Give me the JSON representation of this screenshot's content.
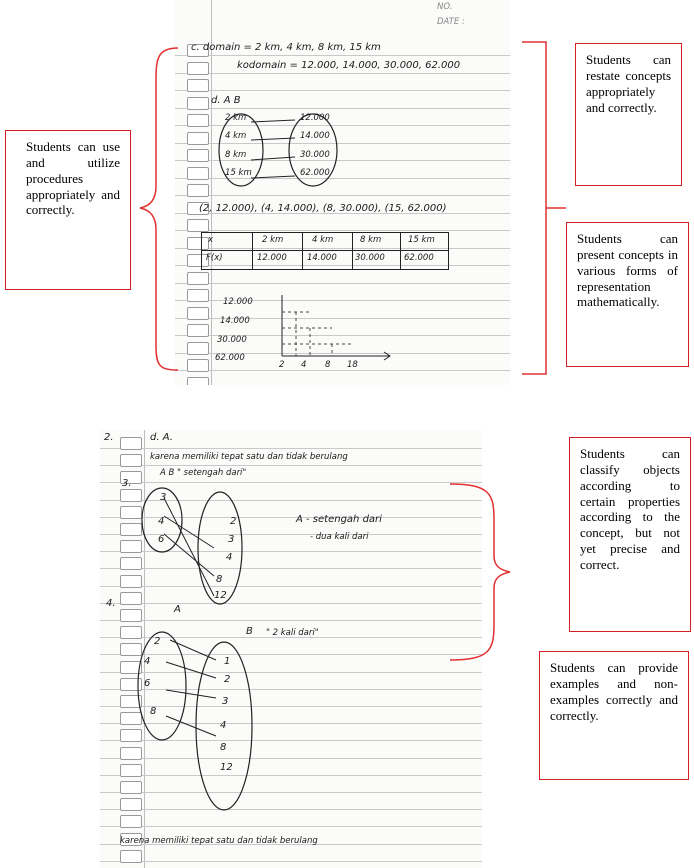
{
  "photo1": {
    "header": {
      "no_label": "NO.",
      "date_label": "DATE :"
    },
    "lines": [
      "c. domain = 2 km, 4 km, 8 km, 15 km",
      "kodomain = 12.000, 14.000, 30.000, 62.000",
      "d.  A                B",
      "(2, 12.000), (4, 14.000), (8, 30.000), (15, 62.000)"
    ],
    "set_a": [
      "2 km",
      "4 km",
      "8 km",
      "15 km"
    ],
    "set_b": [
      "12.000",
      "14.000",
      "30.000",
      "62.000"
    ],
    "table": {
      "row1": [
        "x",
        "2 km",
        "4 km",
        "8 km",
        "15 km"
      ],
      "row2": [
        "F(x)",
        "12.000",
        "14.000",
        "30.000",
        "62.000"
      ]
    },
    "graph_y_labels": [
      "12.000",
      "14.000",
      "30.000",
      "62.000"
    ],
    "graph_x_labels": [
      "2",
      "4",
      "8",
      "18"
    ]
  },
  "photo2": {
    "lines": [
      "d. A.",
      "karena memiliki tepat satu dan tidak berulang",
      "A            B  \" setengah dari\"",
      "A  - setengah dari",
      "   - dua kali dari",
      "\" 2 kali dari\"",
      "karena memiliki tepat satu dan tidak berulang"
    ],
    "numbers": [
      "2.",
      "3.",
      "4.",
      "A",
      "B"
    ],
    "set_a1": [
      "3",
      "4",
      "6"
    ],
    "set_b1": [
      "2",
      "3",
      "4",
      "8",
      "12"
    ],
    "set_a2": [
      "2",
      "4",
      "6",
      "8"
    ],
    "set_b2": [
      "1",
      "2",
      "3",
      "4",
      "8",
      "12"
    ]
  },
  "callouts": {
    "restate": "Students can restate concepts appropriately and correctly.",
    "procedures": "Students can use and utilize procedures appropriately and correctly.",
    "present": "Students can present concepts in various forms of representation mathematically.",
    "classify": "Students can classify objects according to certain properties according to the concept, but not yet precise and correct.",
    "examples": "Students can provide examples and non-examples correctly and correctly."
  },
  "colors": {
    "callout_border": "#d21f26",
    "bracket": "#e23030"
  }
}
